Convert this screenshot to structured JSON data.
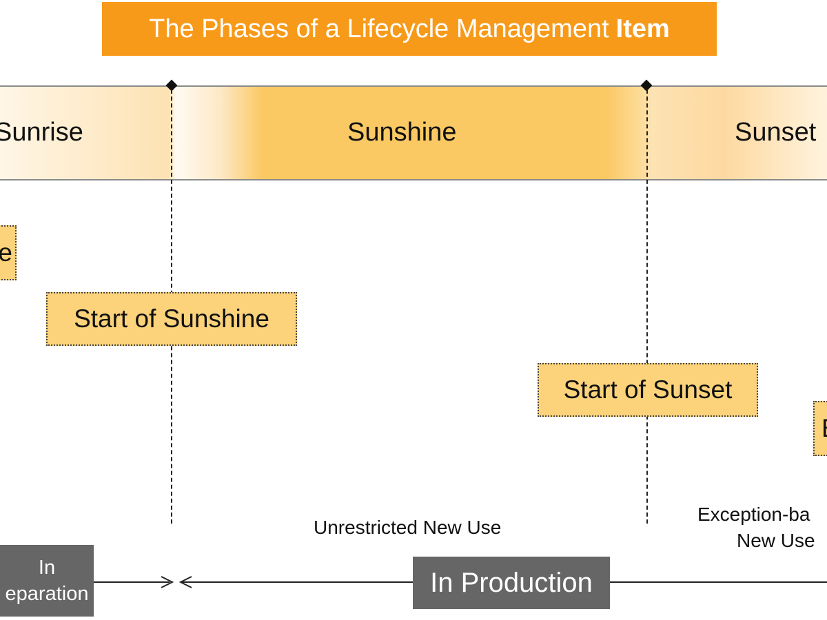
{
  "title": {
    "text": "The Phases of a Lifecycle Management",
    "emphasis": "Item"
  },
  "phases": [
    {
      "label": "Sunrise"
    },
    {
      "label": "Sunshine"
    },
    {
      "label": "Sunset"
    }
  ],
  "milestones": [
    {
      "label": "e"
    },
    {
      "label": "Start of Sunshine"
    },
    {
      "label": "Start of Sunset"
    },
    {
      "label": "E"
    }
  ],
  "usage": {
    "unrestricted": "Unrestricted New Use",
    "exception_line1": "Exception-ba",
    "exception_line2": "New Use"
  },
  "states": {
    "preparation_line1": "In",
    "preparation_line2": "eparation",
    "production": "In Production"
  },
  "colors": {
    "title_banner": "#f79a1a",
    "milestone_fill": "#fcd37b",
    "state_box": "#666666"
  }
}
